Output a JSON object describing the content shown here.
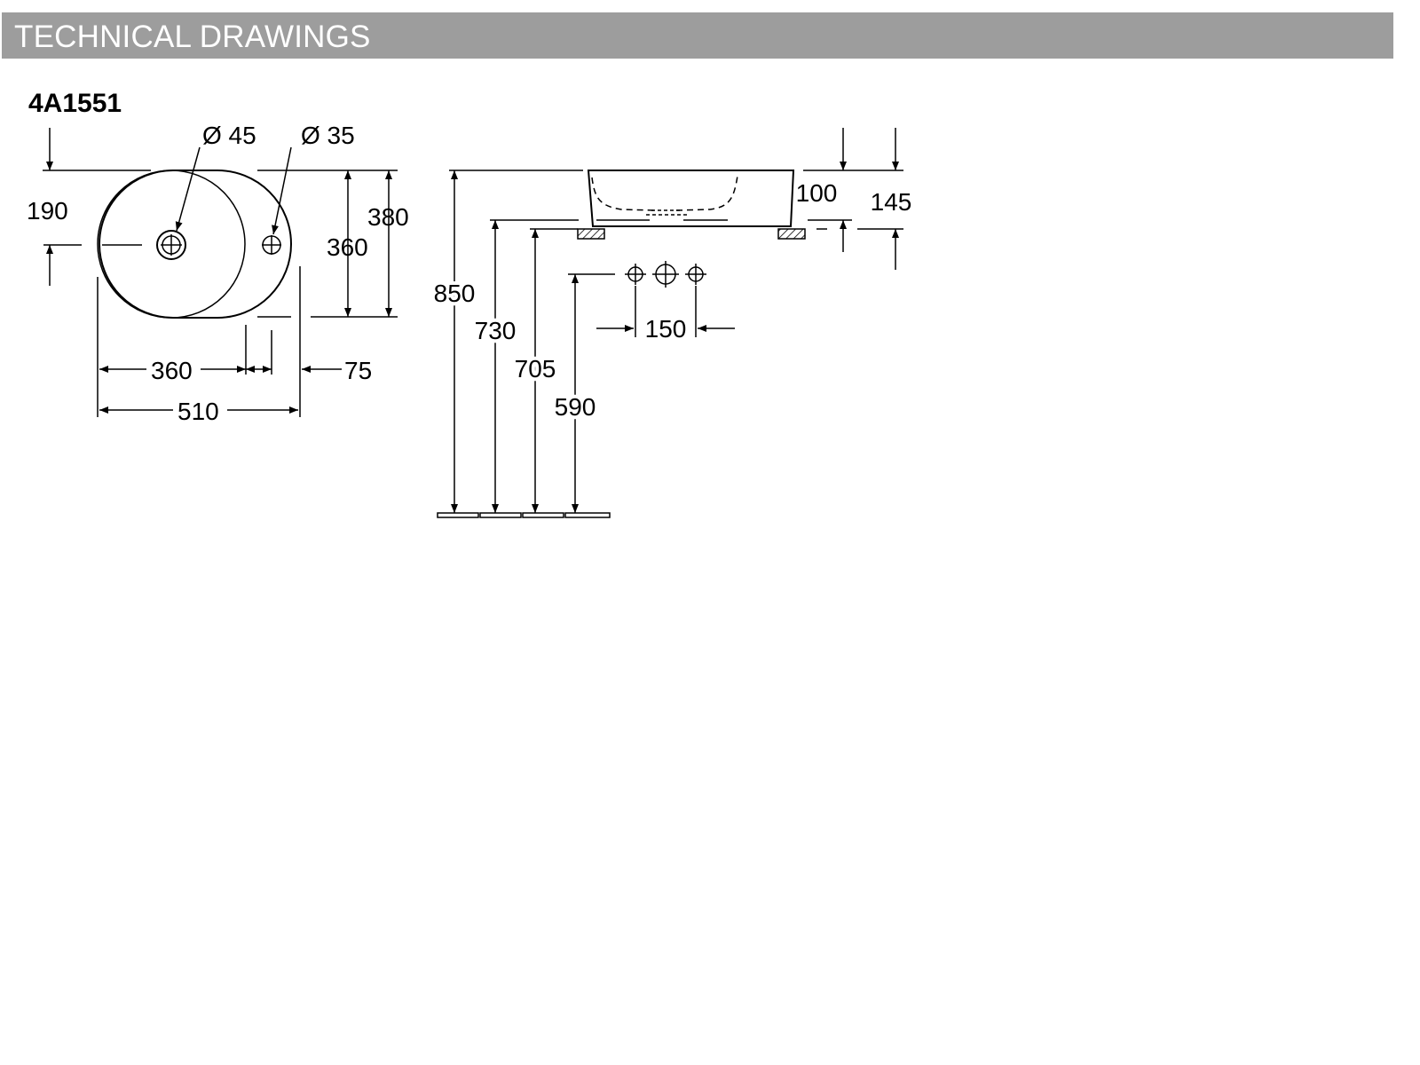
{
  "header": {
    "title": "TECHNICAL DRAWINGS"
  },
  "drawing": {
    "model_code": "4A1551",
    "top_view": {
      "drain_hole": "Ø 45",
      "tap_hole": "Ø 35",
      "drain_offset": "190",
      "depth_outer": "380",
      "depth_bowl": "360",
      "width_bowl": "360",
      "tap_offset": "75",
      "width_total": "510"
    },
    "side_view": {
      "bowl_depth": "100",
      "total_height": "145",
      "height_rim": "850",
      "height_counter": "730",
      "height_support": "705",
      "height_tap_connection": "590",
      "tap_spacing": "150"
    }
  }
}
